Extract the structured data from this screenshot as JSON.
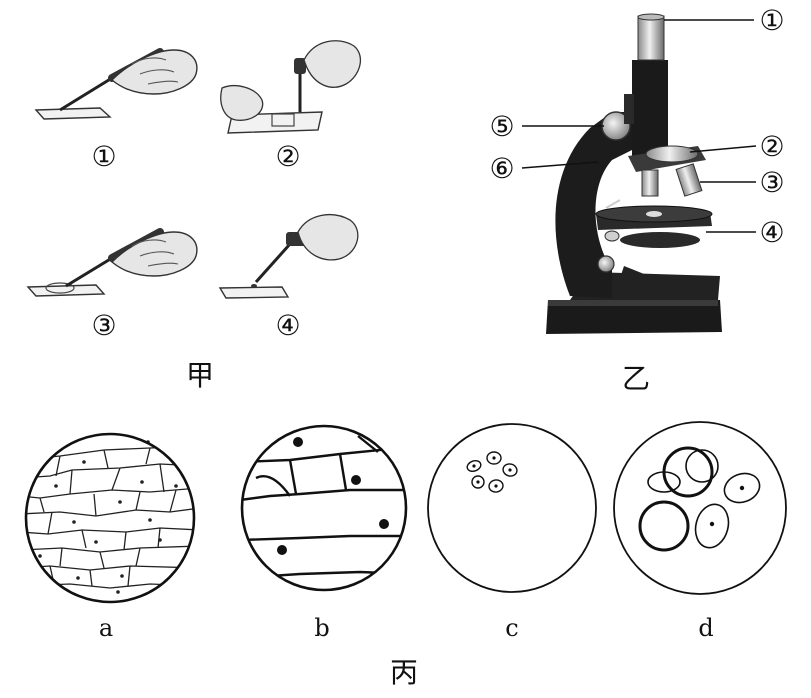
{
  "panel_jia": {
    "label": "甲",
    "steps": [
      {
        "id": "step-1",
        "num": "①"
      },
      {
        "id": "step-2",
        "num": "②"
      },
      {
        "id": "step-3",
        "num": "③"
      },
      {
        "id": "step-4",
        "num": "④"
      }
    ]
  },
  "panel_yi": {
    "label": "乙",
    "callouts": [
      "①",
      "②",
      "③",
      "④",
      "⑤",
      "⑥"
    ]
  },
  "panel_bing": {
    "label": "丙",
    "views": [
      "a",
      "b",
      "c",
      "d"
    ]
  }
}
